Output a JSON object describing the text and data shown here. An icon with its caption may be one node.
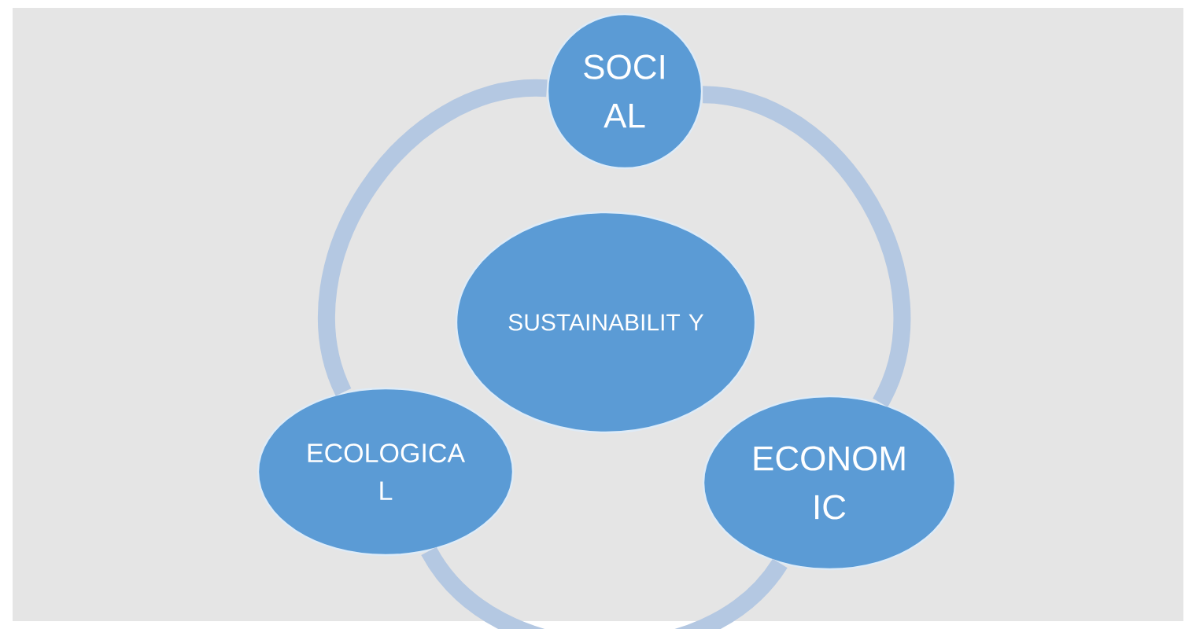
{
  "diagram": {
    "nodes": [
      {
        "text": [
          "SOCI AL"
        ]
      },
      {
        "text": [
          "SUSTAINABILIT Y"
        ]
      },
      {
        "text": [
          "ECOLOGICA L"
        ]
      },
      {
        "text": [
          "ECONOM IC"
        ]
      }
    ],
    "edges": [
      {
        "from": 0,
        "to": 3,
        "arrow": "none"
      },
      {
        "from": 3,
        "to": 2,
        "arrow": "none"
      },
      {
        "from": 2,
        "to": 0,
        "arrow": "none"
      }
    ]
  }
}
